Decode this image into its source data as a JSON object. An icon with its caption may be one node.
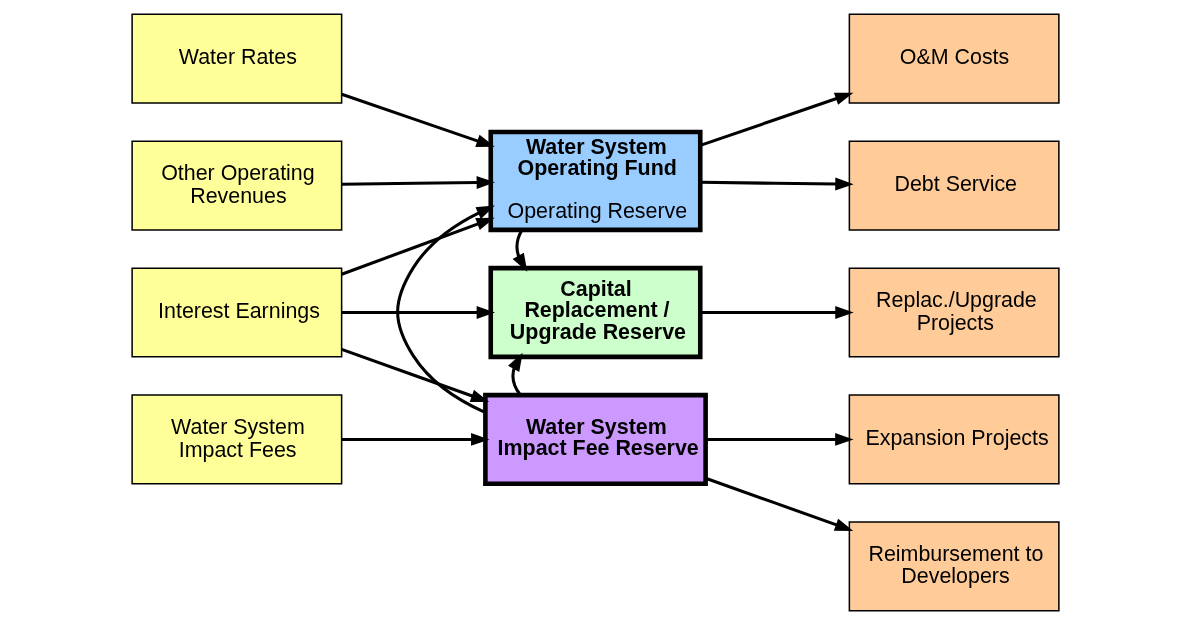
{
  "diagram": {
    "nodes": [
      {
        "text": [
          "Water Rates"
        ]
      },
      {
        "text": [
          "Other Operating Revenues"
        ]
      },
      {
        "text": [
          "Interest Earnings"
        ]
      },
      {
        "text": [
          "Water System Impact Fees"
        ]
      },
      {
        "text": [
          "Water System Operating Fund",
          "Operating Reserve"
        ]
      },
      {
        "text": [
          "Capital Replacement / Upgrade Reserve"
        ]
      },
      {
        "text": [
          "Water System Impact Fee Reserve"
        ]
      },
      {
        "text": [
          "O&M Costs"
        ]
      },
      {
        "text": [
          "Debt Service"
        ]
      },
      {
        "text": [
          "Replac./Upgrade Projects"
        ]
      },
      {
        "text": [
          "Expansion Projects"
        ]
      },
      {
        "text": [
          "Reimbursement to Developers"
        ]
      }
    ],
    "edges": [
      {
        "from": 0,
        "to": 4,
        "arrow": "to"
      },
      {
        "from": 1,
        "to": 4,
        "arrow": "to"
      },
      {
        "from": 2,
        "to": 4,
        "arrow": "to"
      },
      {
        "from": 2,
        "to": 5,
        "arrow": "to"
      },
      {
        "from": 2,
        "to": 6,
        "arrow": "to"
      },
      {
        "from": 3,
        "to": 6,
        "arrow": "to"
      },
      {
        "from": 4,
        "to": 5,
        "arrow": "to"
      },
      {
        "from": 6,
        "to": 5,
        "arrow": "to"
      },
      {
        "from": 6,
        "to": 4,
        "arrow": "to"
      },
      {
        "from": 4,
        "to": 7,
        "arrow": "to"
      },
      {
        "from": 4,
        "to": 8,
        "arrow": "to"
      },
      {
        "from": 5,
        "to": 9,
        "arrow": "to"
      },
      {
        "from": 6,
        "to": 10,
        "arrow": "to"
      },
      {
        "from": 6,
        "to": 11,
        "arrow": "to"
      }
    ]
  }
}
